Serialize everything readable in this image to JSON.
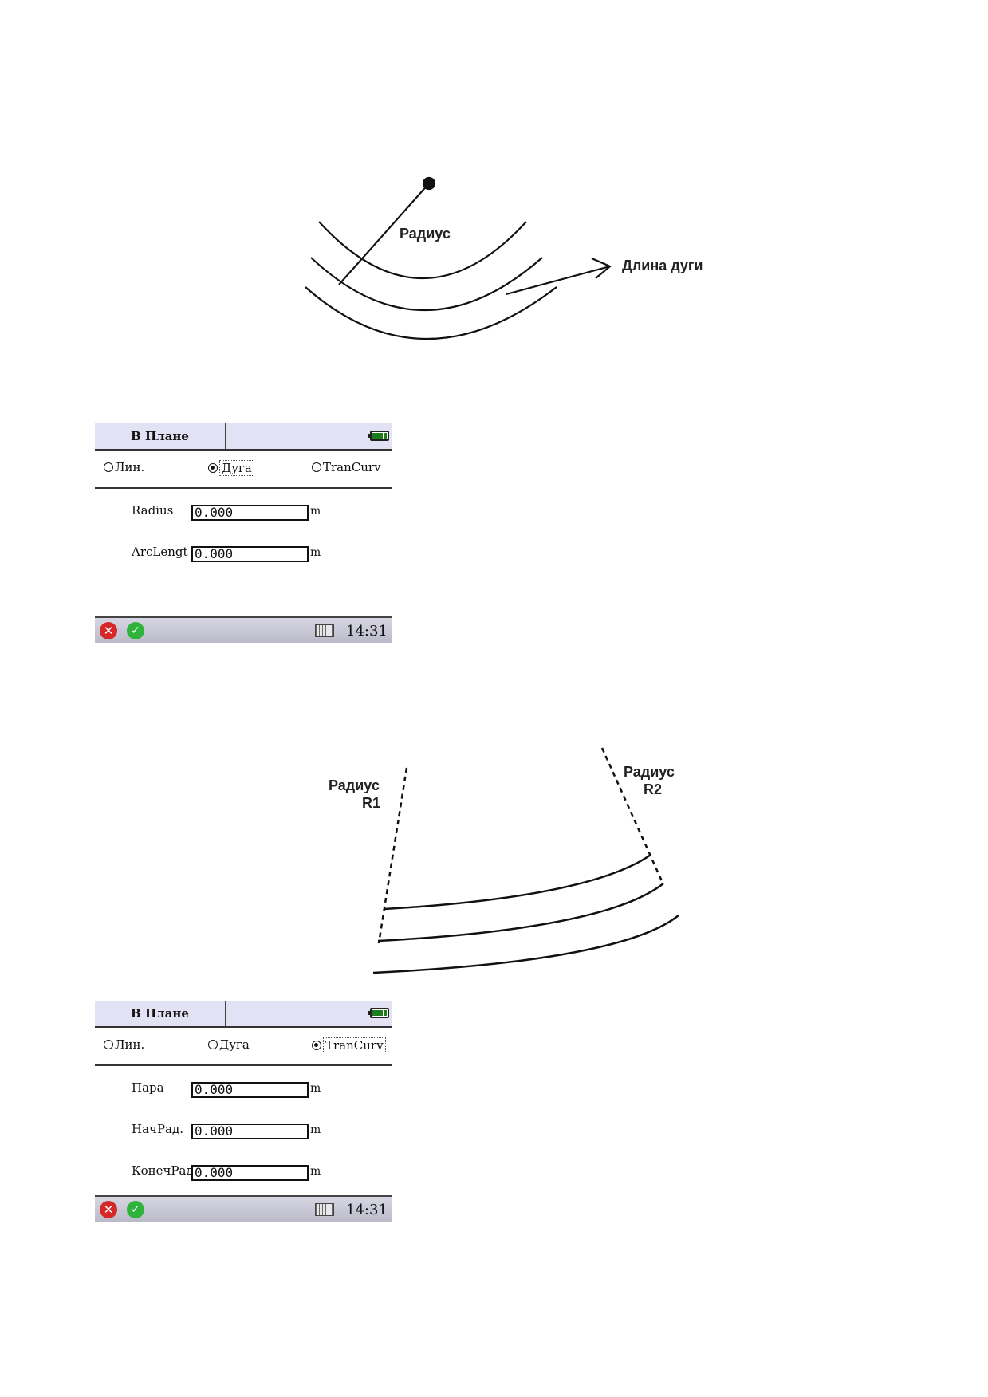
{
  "figure1": {
    "label_radius": "Радиус",
    "label_arc_length": "Длина дуги"
  },
  "screen1": {
    "title": "В Плане",
    "radios": [
      "Лин.",
      "Дуга",
      "TranCurv"
    ],
    "selected": "Дуга",
    "fields": [
      {
        "label": "Radius",
        "value": "0.000",
        "unit": "m"
      },
      {
        "label": "ArcLengt",
        "value": "0.000",
        "unit": "m"
      }
    ],
    "time": "14:31"
  },
  "figure2": {
    "label_r1_line1": "Радиус",
    "label_r1_line2": "R1",
    "label_r2_line1": "Радиус",
    "label_r2_line2": "R2"
  },
  "screen2": {
    "title": "В Плане",
    "radios": [
      "Лин.",
      "Дуга",
      "TranCurv"
    ],
    "selected": "TranCurv",
    "fields": [
      {
        "label": "Пара",
        "value": "0.000",
        "unit": "m"
      },
      {
        "label": "НачРад.",
        "value": "0.000",
        "unit": "m"
      },
      {
        "label": "КонечРад",
        "value": "0.000",
        "unit": "m"
      }
    ],
    "time": "14:31"
  },
  "icons": {
    "cancel": "close-icon",
    "ok": "check-icon",
    "keyboard": "keyboard-icon",
    "battery": "battery-icon"
  },
  "colors": {
    "titlebar": "#e2e2f4",
    "cancel": "#d62828",
    "ok": "#2fb33a",
    "battery": "#1b7d1b"
  }
}
